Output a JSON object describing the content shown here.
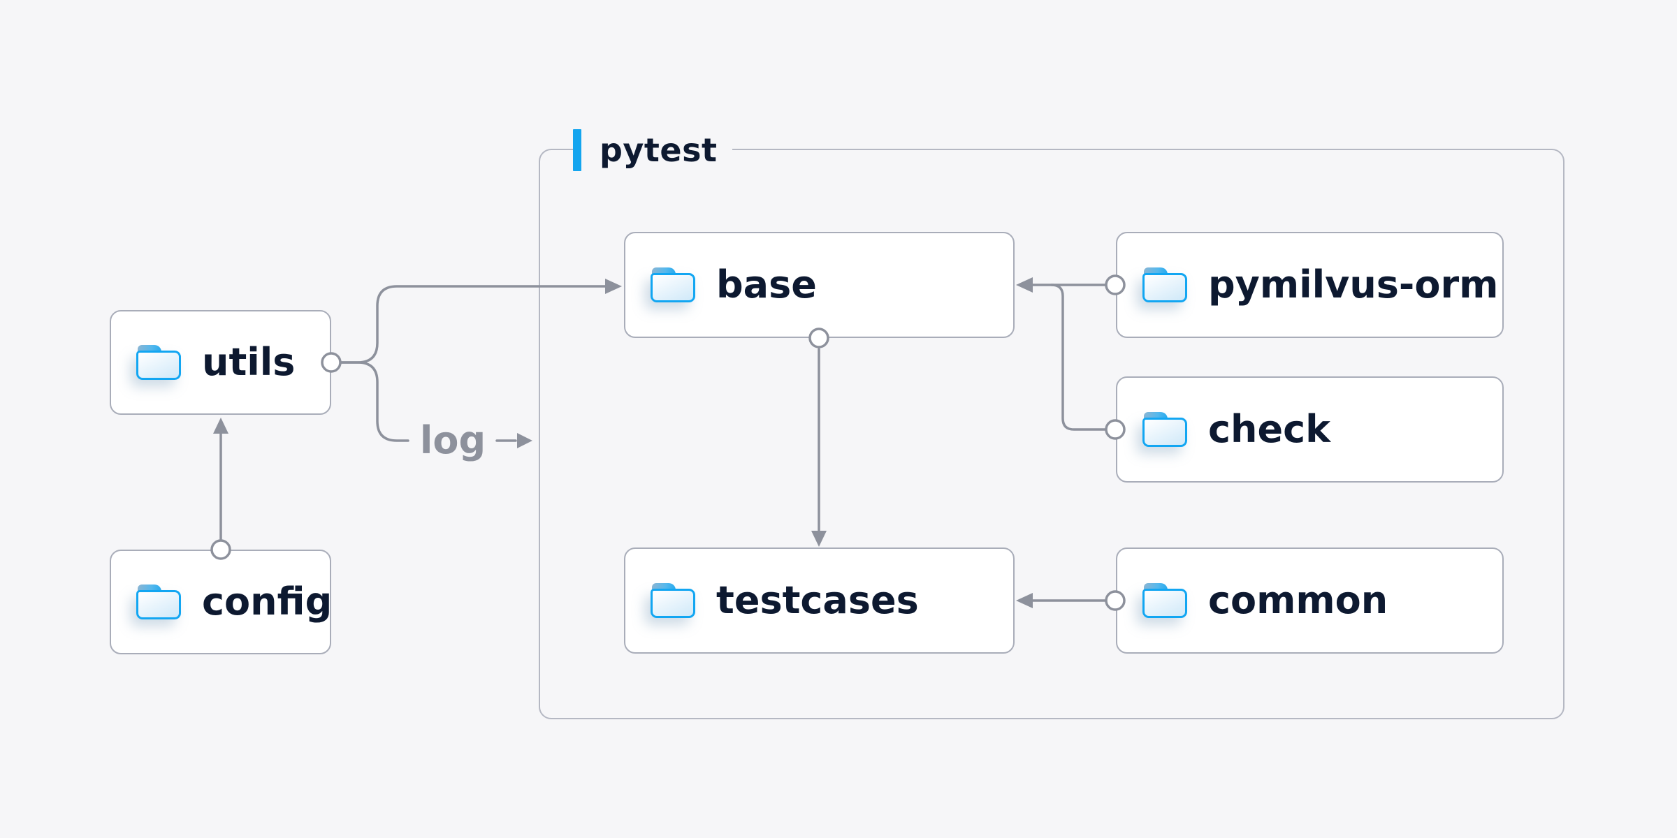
{
  "diagram": {
    "group_label": "pytest",
    "log_label": "log",
    "nodes": {
      "utils": {
        "label": "utils"
      },
      "config": {
        "label": "config"
      },
      "base": {
        "label": "base"
      },
      "pymilvus_orm": {
        "label": "pymilvus-orm"
      },
      "check": {
        "label": "check"
      },
      "testcases": {
        "label": "testcases"
      },
      "common": {
        "label": "common"
      }
    },
    "edges": [
      {
        "from": "config",
        "to": "utils"
      },
      {
        "from": "utils",
        "to": "base"
      },
      {
        "from": "utils",
        "to": "log"
      },
      {
        "from": "pymilvus-orm",
        "to": "base"
      },
      {
        "from": "check",
        "to": "base"
      },
      {
        "from": "base",
        "to": "testcases"
      },
      {
        "from": "common",
        "to": "testcases"
      }
    ],
    "colors": {
      "background": "#f6f6f8",
      "node_background": "#ffffff",
      "node_border": "#a9adb9",
      "group_border": "#b5b8c3",
      "connector_gray": "#8d919c",
      "accent_blue": "#14a5ef",
      "folder_blue": "#12a6f2",
      "text_navy": "#0d1930",
      "log_text_gray": "#8d919c"
    }
  }
}
